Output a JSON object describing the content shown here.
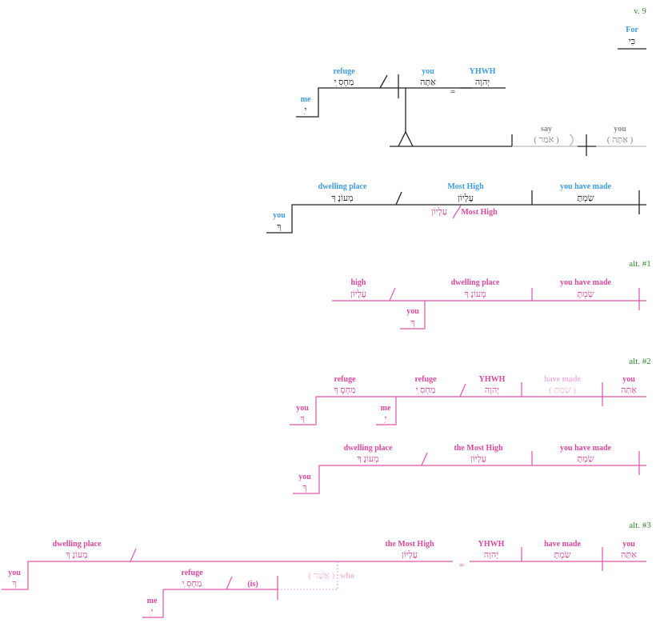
{
  "verse": "v. 9",
  "intro": {
    "en": "For",
    "he": "כִּי"
  },
  "main1": {
    "refuge": {
      "en": "refuge",
      "he": "מַחְסִ ִי"
    },
    "me": {
      "en": "me",
      "he": "ִי"
    },
    "you": {
      "en": "you",
      "he": "אַתָּה"
    },
    "equals": "=",
    "yhwh": {
      "en": "YHWH",
      "he": "יְהוָה"
    },
    "say": {
      "en": "say",
      "he": "( אֹמַר )"
    },
    "you2": {
      "en": "you",
      "he": "( אַתָּה )"
    }
  },
  "main2": {
    "dwelling": {
      "en": "dwelling place",
      "he": "מְעוֹנֶ ךָ"
    },
    "most_high": {
      "en": "Most High",
      "he": "עֶלְיוֹן"
    },
    "made": {
      "en": "you have made",
      "he": "שַׂמְתָּ"
    },
    "you": {
      "en": "you",
      "he": "ךָ"
    },
    "alt_note": {
      "he": "עֶלְיוֹן",
      "en": "Most High"
    }
  },
  "alt1": {
    "label": "alt. #1",
    "high": {
      "en": "high",
      "he": "עֶלְיוֹן"
    },
    "dwelling": {
      "en": "dwelling place",
      "he": "מְעוֹנֶ ךָ"
    },
    "made": {
      "en": "you have made",
      "he": "שַׂמְתָּ"
    },
    "you": {
      "en": "you",
      "he": "ךָ"
    }
  },
  "alt2": {
    "label": "alt. #2",
    "refuge1": {
      "en": "refuge",
      "he": "מַחְסֶ ךָ"
    },
    "you": {
      "en": "you",
      "he": "ךָ"
    },
    "me": {
      "en": "me",
      "he": "ִי"
    },
    "refuge2": {
      "en": "refuge",
      "he": "מַחְסִ ִי"
    },
    "yhwh": {
      "en": "YHWH",
      "he": "יְהוָה"
    },
    "made": {
      "en": "have made",
      "he": "( שַׂמְתָּ )"
    },
    "you_subj": {
      "en": "you",
      "he": "אַתָּה"
    },
    "dwelling": {
      "en": "dwelling place",
      "he": "מְעוֹנֶ ךָ"
    },
    "most_high": {
      "en": "the Most High",
      "he": "עֶלְיוֹן"
    },
    "made2": {
      "en": "you have made",
      "he": "שַׂמְתָּ"
    },
    "you2": {
      "en": "you",
      "he": "ךָ"
    }
  },
  "alt3": {
    "label": "alt. #3",
    "dwelling": {
      "en": "dwelling place",
      "he": "מְעוֹנֶ ךָ"
    },
    "you": {
      "en": "you",
      "he": "ךָ"
    },
    "most_high": {
      "en": "the Most High",
      "he": "עֶלְיוֹן"
    },
    "equals": "=",
    "yhwh": {
      "en": "YHWH",
      "he": "יְהוָה"
    },
    "made": {
      "en": "have made",
      "he": "שַׂמְתָּ"
    },
    "you_subj": {
      "en": "you",
      "he": "אַתָּה"
    },
    "refuge": {
      "en": "refuge",
      "he": "מַחְסִ ִי"
    },
    "is": "(is)",
    "me": {
      "en": "me",
      "he": "ִי"
    },
    "asher": "( אֲשֶׁר )",
    "who": "who"
  }
}
